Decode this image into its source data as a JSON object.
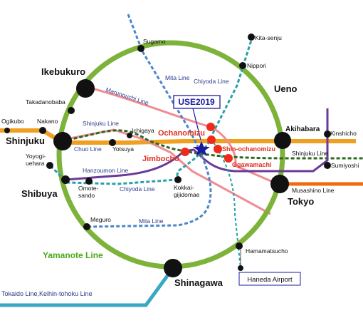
{
  "stations": {
    "sugamo": "Sugamo",
    "kita_senju": "Kita-senju",
    "nippori": "Nippori",
    "ikebukuro": "Ikebukuro",
    "ueno": "Ueno",
    "takadanobaba": "Takadanobaba",
    "ogikubo": "Ogikubo",
    "nakano": "Nakano",
    "shinjuku": "Shinjuku",
    "ichigaya": "Ichigaya",
    "yotsuya": "Yotsuya",
    "akihabara": "Akihabara",
    "kinshicho": "Kinshicho",
    "yoyogi_uehara": "Yoyogi-\nuehara",
    "sumiyoshi": "Sumiyoshi",
    "shibuya": "Shibuya",
    "omotesando": "Omote-\nsando",
    "kokkai_gijidomae": "Kokkai-\ngijidomae",
    "tokyo": "Tokyo",
    "meguro": "Meguro",
    "hamamatsucho": "Hamamatsucho",
    "shinagawa": "Shinagawa",
    "ochanomizu": "Ochanomizu",
    "shin_ochanomizu": "Shin-ochanomizu",
    "jimbocho": "Jimbocho",
    "ogawamachi": "Ogawamachi"
  },
  "lines": {
    "mita_upper": "Mita Line",
    "chiyoda_upper": "Chiyoda Line",
    "marunouchi": "Marunouchi Line",
    "shinjuku": "Shinjuku Line",
    "chuo": "Chuo Line",
    "hanzoumon": "Hanzoumon Line",
    "chiyoda_lower": "Chiyoda Line",
    "shinjuku_right": "Shinjuku Line",
    "musashino": "Musashino Line",
    "mita_lower": "Mita Line",
    "yamanote": "Yamanote Line",
    "tokaido": "Tokaido Line,Keihin-tohoku Line"
  },
  "venue": {
    "label": "USE2019",
    "marker": "star-icon"
  },
  "airport": {
    "label": "Haneda Airport"
  },
  "colors": {
    "yamanote": "#7db33a",
    "chuo": "#f0a020",
    "marunouchi": "#f08c94",
    "shinjuku_line": "#2e6a1e",
    "mita": "#4a86c8",
    "chiyoda": "#2aa0a8",
    "hanzoumon": "#6a3a96",
    "musashino": "#f06a10",
    "tokaido": "#3aa8c0",
    "venue": "#1a1aa0",
    "station_red": "#f02a1a"
  }
}
